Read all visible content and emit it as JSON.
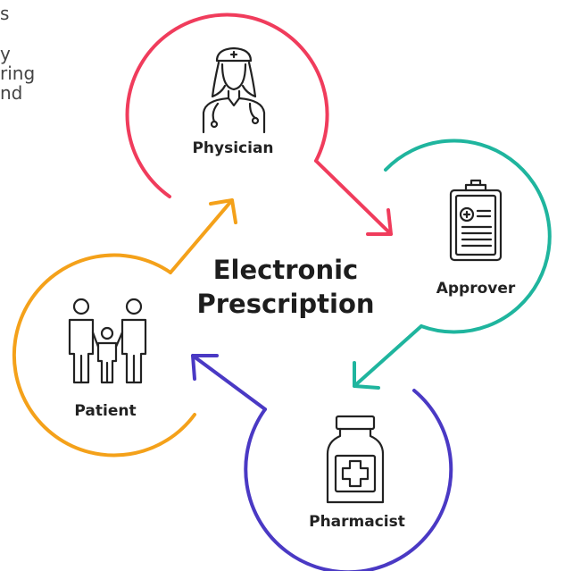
{
  "side_text": {
    "line1": "s",
    "line2": "y",
    "line3": "ring",
    "line4": "nd"
  },
  "diagram": {
    "center_title_line1": "Electronic",
    "center_title_line2": "Prescription",
    "nodes": {
      "physician": {
        "label": "Physician",
        "color": "#f03c5c",
        "icon": "nurse-icon"
      },
      "approver": {
        "label": "Approver",
        "color": "#1fb59e",
        "icon": "clipboard-icon"
      },
      "pharmacist": {
        "label": "Pharmacist",
        "color": "#4a39c4",
        "icon": "medicine-bottle-icon"
      },
      "patient": {
        "label": "Patient",
        "color": "#f4a11a",
        "icon": "family-icon"
      }
    }
  }
}
